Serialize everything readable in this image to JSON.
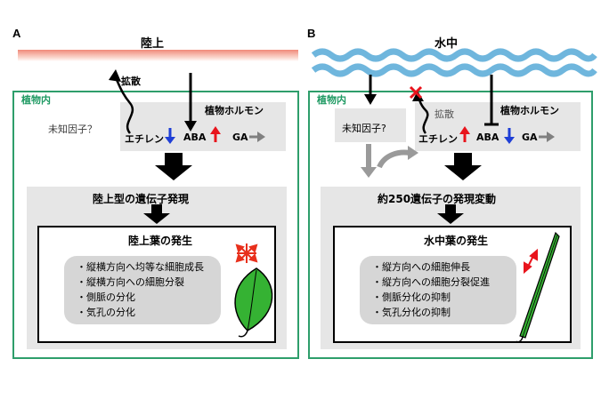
{
  "panelA": {
    "letter": "A",
    "title": "陸上",
    "inside_label": "植物内",
    "diffusion": "拡散",
    "unknown_factor": "未知因子？",
    "hormones_title": "植物ホルモン",
    "ethylene": "エチレン",
    "aba": "ABA",
    "ga": "GA",
    "gene_expression": "陸上型の遺伝子発現",
    "leaf_title": "陸上葉の発生",
    "bullets": [
      "・縦横方向へ均等な細胞成長",
      "・縦横方向への細胞分裂",
      "・側脈の分化",
      "・気孔の分化"
    ]
  },
  "panelB": {
    "letter": "B",
    "title": "水中",
    "inside_label": "植物内",
    "diffusion": "拡散",
    "unknown_factor": "未知因子?",
    "hormones_title": "植物ホルモン",
    "ethylene": "エチレン",
    "aba": "ABA",
    "ga": "GA",
    "gene_expression": "約250遺伝子の発現変動",
    "leaf_title": "水中葉の発生",
    "bullets": [
      "・縦方向への細胞伸長",
      "・縦方向への細胞分裂促進",
      "・側脈分化の抑制",
      "・気孔分化の抑制"
    ]
  },
  "colors": {
    "frame_green": "#2e9e6b",
    "label_green": "#1f9a63",
    "air_gradient": "#f08a7a",
    "water_blue": "#6fb6dd",
    "up_red": "#e8141c",
    "down_blue": "#1f3fd6",
    "ga_gray": "#808080",
    "leaf_green": "#35b233"
  },
  "icons": [
    "arrow-down-icon",
    "arrow-up-icon",
    "arrow-right-icon",
    "squiggle-arrow-icon",
    "cross-icon",
    "leaf-icon",
    "thin-leaf-icon",
    "expansion-arrows-icon",
    "double-arrow-icon",
    "inhibition-icon"
  ]
}
